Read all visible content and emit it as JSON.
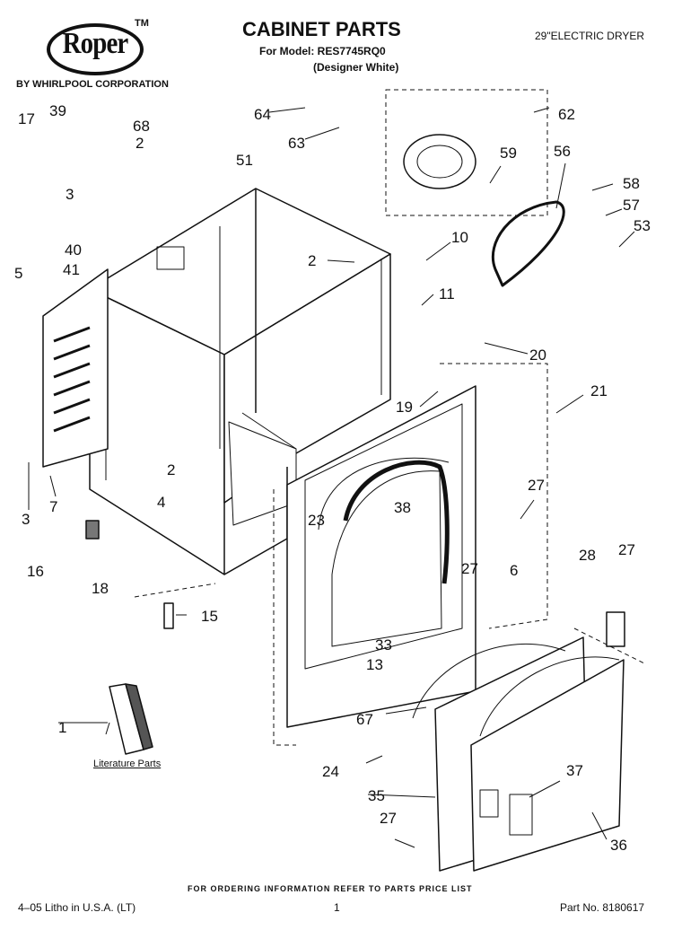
{
  "header": {
    "brand": "Roper",
    "trademark": "TM",
    "byline": "BY WHIRLPOOL CORPORATION",
    "title": "CABINET PARTS",
    "model": "For Model: RES7745RQ0",
    "color": "(Designer White)",
    "product": "29\"ELECTRIC DRYER"
  },
  "callouts": [
    "17",
    "39",
    "68",
    "2",
    "51",
    "64",
    "63",
    "62",
    "59",
    "56",
    "58",
    "57",
    "53",
    "3",
    "40",
    "41",
    "5",
    "2",
    "10",
    "11",
    "20",
    "19",
    "21",
    "3",
    "7",
    "2",
    "4",
    "16",
    "18",
    "23",
    "38",
    "27",
    "6",
    "27",
    "28",
    "27",
    "15",
    "33",
    "13",
    "67",
    "24",
    "37",
    "35",
    "27",
    "36",
    "1"
  ],
  "literature_label": "Literature Parts",
  "footer": {
    "note": "FOR ORDERING INFORMATION REFER TO PARTS PRICE LIST",
    "litho": "4–05 Litho in U.S.A. (LT)",
    "page": "1",
    "part_no": "Part No. 8180617"
  }
}
